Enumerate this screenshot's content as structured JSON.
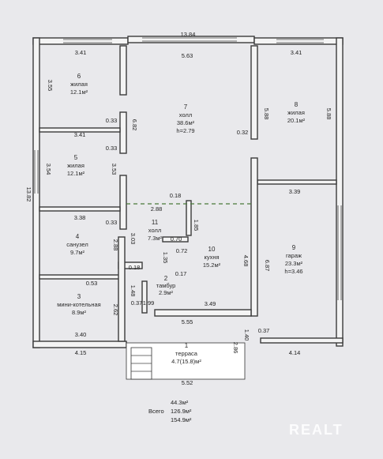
{
  "rooms": [
    {
      "num": "6",
      "name": "жилая",
      "area": "12.1м²"
    },
    {
      "num": "7",
      "name": "холл",
      "area": "38.6м²",
      "height": "h=2.79"
    },
    {
      "num": "8",
      "name": "жилая",
      "area": "20.1м²"
    },
    {
      "num": "5",
      "name": "жилая",
      "area": "12.1м²"
    },
    {
      "num": "4",
      "name": "санузел",
      "area": "9.7м²"
    },
    {
      "num": "11",
      "name": "холл",
      "area": "7.3м²"
    },
    {
      "num": "10",
      "name": "кухня",
      "area": "15.2м²"
    },
    {
      "num": "9",
      "name": "гараж",
      "area": "23.3м²",
      "height": "h=3.46"
    },
    {
      "num": "2",
      "name": "тамбур",
      "area": "2.9м²"
    },
    {
      "num": "3",
      "name": "мини-котельная",
      "area": "8.9м²"
    },
    {
      "num": "1",
      "name": "терраса",
      "area": "4.7(15.8)м²"
    }
  ],
  "dimensions": {
    "overall_width": "13.84",
    "overall_height": "13.82",
    "room6_width": "3.41",
    "room6_height": "3.55",
    "hall7_width": "5.63",
    "room8_width": "3.41",
    "room8_height_left": "5.88",
    "room8_height_right": "5.88",
    "room5_width": "3.41",
    "room5_height": "3.54",
    "room4_width": "3.38",
    "room4_height": "2.88",
    "room3_width": "3.40",
    "room3_height": "2.62",
    "garage_width": "3.39",
    "garage_height": "6.87",
    "hall11_width": "2.88",
    "hall11_height": "3.03",
    "hall11_depth": "1.85",
    "kitchen_height": "4.68",
    "kitchen_width": "3.49",
    "tambur_width": "1.99",
    "tambur_height": "1.35",
    "terrace_width": "5.55",
    "terrace_depth": "2.86",
    "terrace_side": "1.40",
    "bottom_left": "4.15",
    "bottom_mid": "5.52",
    "bottom_right": "4.14",
    "wall_033_a": "0.33",
    "wall_033_b": "0.33",
    "wall_033_c": "0.33",
    "wall_032": "0.32",
    "wall_018_a": "0.18",
    "wall_018_b": "0.18",
    "wall_070": "0.70",
    "wall_072": "0.72",
    "wall_017": "0.17",
    "wall_053": "0.53",
    "wall_037_a": "0.37",
    "wall_037_b": "0.37",
    "hall7_height": "6.82",
    "room5_wall": "3.53",
    "tambur_side": "1.48"
  },
  "totals": {
    "value_1": "44.3м²",
    "label": "Всего",
    "value_2": "126.9м²",
    "value_3": "154.9м²"
  },
  "watermark": "REALT",
  "colors": {
    "background": "#e9e9ec",
    "wall": "#3a3a3a",
    "dashed_partition": "#4a7a3a"
  }
}
